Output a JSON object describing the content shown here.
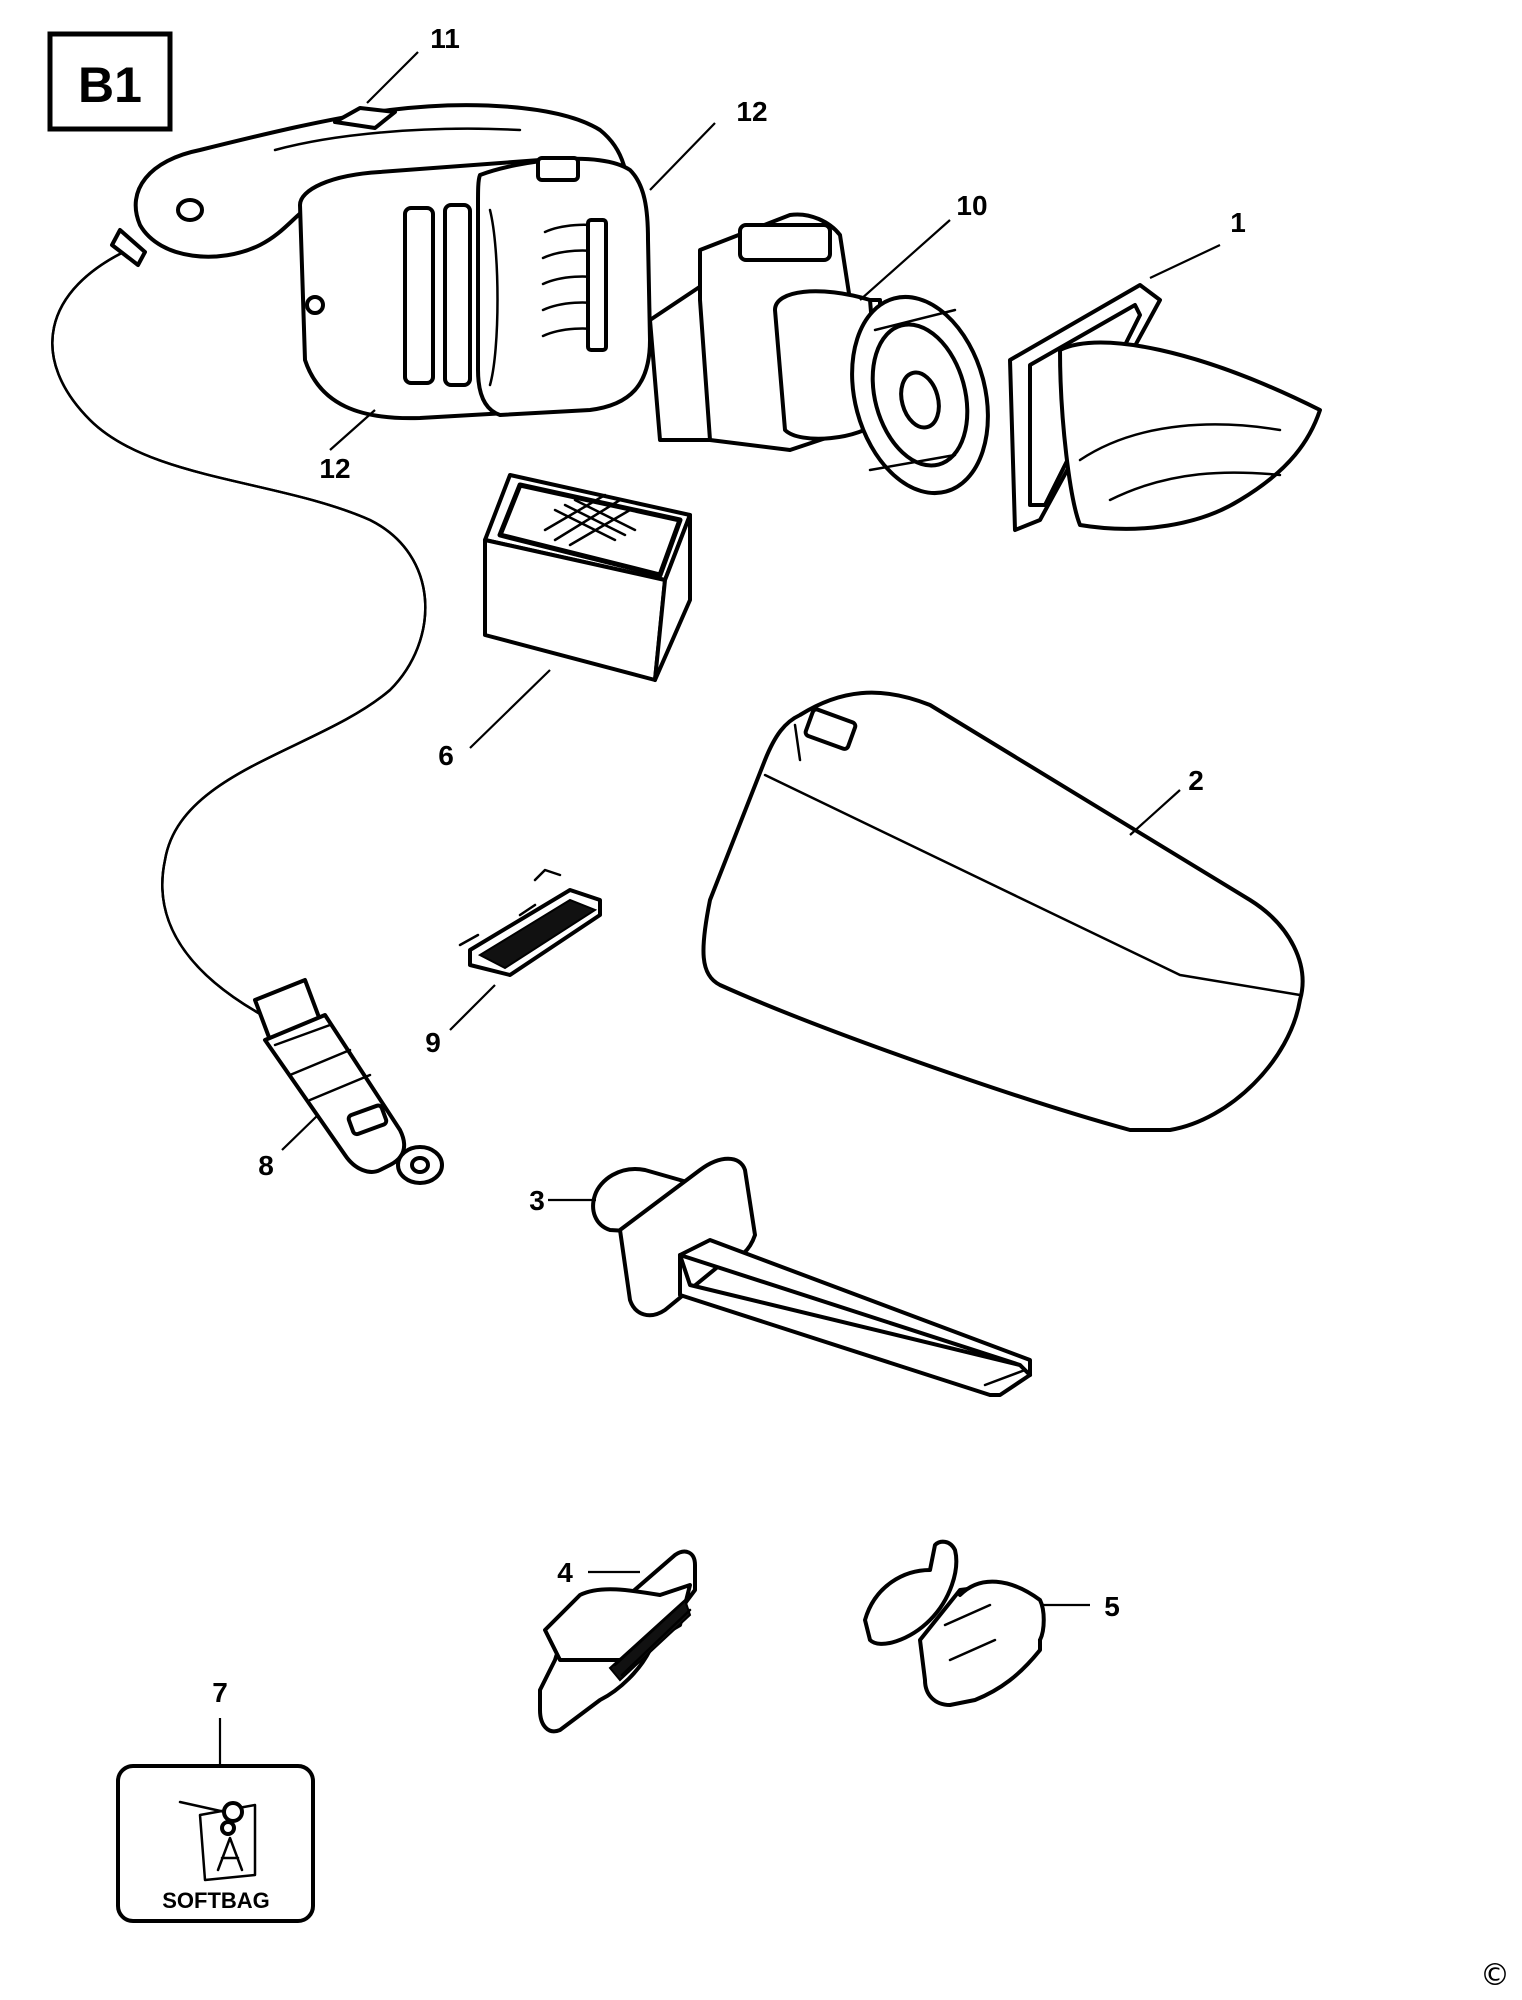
{
  "diagram": {
    "sheet_label": "B1",
    "softbag_label": "SOFTBAG",
    "copyright_symbol": "©",
    "part_labels": {
      "p1": "1",
      "p2": "2",
      "p3": "3",
      "p4": "4",
      "p5": "5",
      "p6": "6",
      "p7": "7",
      "p8": "8",
      "p9": "9",
      "p10": "10",
      "p11": "11",
      "p12a": "12",
      "p12b": "12"
    },
    "icons": {
      "handheld-vacuum-body": "vacuum-body-icon",
      "motor-fan": "motor-icon",
      "dust-filter": "filter-icon",
      "filter-box": "filter-box-icon",
      "dust-bowl": "bowl-icon",
      "crevice-tool": "crevice-tool-icon",
      "brush-tool": "brush-tool-icon",
      "nozzle-tool": "nozzle-tool-icon",
      "car-plug": "car-plug-icon",
      "clip": "clip-icon",
      "softbag": "softbag-icon"
    }
  }
}
